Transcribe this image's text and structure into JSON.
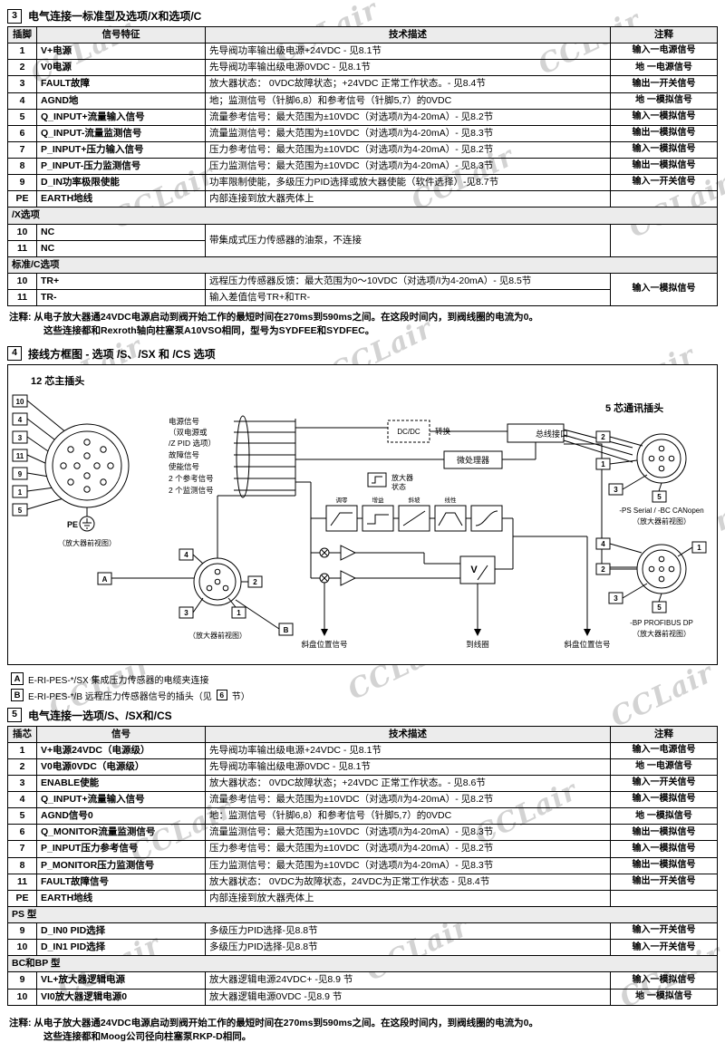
{
  "watermark": {
    "text": "CCLair"
  },
  "s3": {
    "num": "3",
    "title": "电气连接一标准型及选项/X和选项/C",
    "headers": [
      "插脚",
      "信号特征",
      "技术描述",
      "注释"
    ],
    "rows": [
      {
        "pin": "1",
        "sig": "V+电源",
        "desc": "先导阀功率输出级电源+24VDC - 见8.1节",
        "note": "输入一电源信号"
      },
      {
        "pin": "2",
        "sig": "V0电源",
        "desc": "先导阀功率输出级电源0VDC - 见8.1节",
        "note": "地 一电源信号"
      },
      {
        "pin": "3",
        "sig": "FAULT故障",
        "desc": "放大器状态：    0VDC故障状态；+24VDC 正常工作状态。- 见8.4节",
        "note": "输出一开关信号"
      },
      {
        "pin": "4",
        "sig": "AGND地",
        "desc": "地；监测信号（针脚6,8）和参考信号（针脚5,7）的0VDC",
        "note": "地 一模拟信号"
      },
      {
        "pin": "5",
        "sig": "Q_INPUT+流量输入信号",
        "desc": "流量参考信号：最大范围为±10VDC（对选项/I为4-20mA）- 见8.2节",
        "note": "输入一模拟信号"
      },
      {
        "pin": "6",
        "sig": "Q_INPUT-流量监测信号",
        "desc": "流量监测信号：最大范围为±10VDC（对选项/I为4-20mA）- 见8.3节",
        "note": "输出一模拟信号"
      },
      {
        "pin": "7",
        "sig": "P_INPUT+压力输入信号",
        "desc": "压力参考信号：最大范围为±10VDC（对选项/I为4-20mA）- 见8.2节",
        "note": "输入一模拟信号"
      },
      {
        "pin": "8",
        "sig": "P_INPUT-压力监测信号",
        "desc": "压力监测信号：最大范围为±10VDC（对选项/I为4-20mA）- 见8.3节",
        "note": "输出一模拟信号"
      },
      {
        "pin": "9",
        "sig": "D_IN功率极限使能",
        "desc": "功率限制使能，多级压力PID选择或放大器使能（软件选择）-见8.7节",
        "note": "输入一开关信号"
      },
      {
        "pin": "PE",
        "sig": "EARTH地线",
        "desc": "内部连接到放大器壳体上",
        "note": ""
      }
    ],
    "x_label": "/X选项",
    "x_rows": [
      {
        "pin": "10",
        "sig": "NC"
      },
      {
        "pin": "11",
        "sig": "NC"
      }
    ],
    "x_desc": "带集成式压力传感器的油泵，不连接",
    "c_label": "标准/C选项",
    "c_rows": [
      {
        "pin": "10",
        "sig": "TR+",
        "desc": "远程压力传感器反馈：最大范围为0～10VDC（对选项/I为4-20mA）- 见8.5节"
      },
      {
        "pin": "11",
        "sig": "TR-",
        "desc": "输入差值信号TR+和TR-"
      }
    ],
    "c_note": "输入一模拟信号",
    "notes": [
      "注释: 从电子放大器通24VDC电源启动到阀开始工作的最短时间在270ms到590ms之间。在这段时间内，到阀线圈的电流为0。",
      "这些连接都和Rexroth轴向柱塞泵A10VSO相同，型号为SYDFEE和SYDFEC。"
    ]
  },
  "s4": {
    "num": "4",
    "title": "接线方框图 - 选项 /S、/SX 和 /CS 选项",
    "d": {
      "main_conn": "12 芯主插头",
      "comm_conn": "5 芯通讯插头",
      "front_view": "（放大器前视图）",
      "pe": "PE",
      "pins12": [
        "10",
        "4",
        "3",
        "11",
        "9",
        "1",
        "5"
      ],
      "pinsA": [
        "2",
        "1",
        "3",
        "5"
      ],
      "pinsB": [
        "4",
        "2",
        "1",
        "3",
        "5"
      ],
      "pinsM": [
        "4",
        "2",
        "3",
        "1"
      ],
      "sig_lines": [
        "电源信号",
        "（双电源或",
        "/Z PID 选项）",
        "故障信号",
        "使能信号",
        "2 个参考信号",
        "2 个监测信号"
      ],
      "dcdc": "DC/DC",
      "conv": "转换",
      "bus": "总线接口",
      "mcu": "微处理器",
      "amp_status_1": "放大器",
      "amp_status_2": "状态",
      "blocks": [
        "调零",
        "增益",
        "斜坡",
        "线性"
      ],
      "vmeter": "V",
      "out_left": "斜盘位置信号",
      "out_mid": "到线圈",
      "out_right": "斜盘位置信号",
      "connA_cap": "-PS Serial / -BC CANopen",
      "connB_cap": "-BP PROFIBUS DP",
      "legendA_tag": "A",
      "legendA": "E-RI-PES-*/SX 集成压力传感器的电缆夹连接",
      "legendB_tag": "B",
      "legendB_pre": "E-RI-PES-*/B 远程压力传感器信号的插头（见",
      "legendB_num": "6",
      "legendB_post": "节）"
    }
  },
  "s5": {
    "num": "5",
    "title": "电气连接一选项/S、/SX和/CS",
    "headers": [
      "插芯",
      "信号",
      "技术描述",
      "注释"
    ],
    "rows": [
      {
        "pin": "1",
        "sig": "V+电源24VDC（电源级）",
        "desc": "先导阀功率输出级电源+24VDC - 见8.1节",
        "note": "输入一电源信号"
      },
      {
        "pin": "2",
        "sig": "V0电源0VDC（电源级）",
        "desc": "先导阀功率输出级电源0VDC - 见8.1节",
        "note": "地 一电源信号"
      },
      {
        "pin": "3",
        "sig": "ENABLE使能",
        "desc": "放大器状态：    0VDC故障状态；+24VDC 正常工作状态。- 见8.6节",
        "note": "输入一开关信号"
      },
      {
        "pin": "4",
        "sig": "Q_INPUT+流量输入信号",
        "desc": "流量参考信号：最大范围为±10VDC（对选项/I为4-20mA）- 见8.2节",
        "note": "输入一模拟信号"
      },
      {
        "pin": "5",
        "sig": "AGND信号0",
        "desc": "地：监测信号（针脚6,8）和参考信号（针脚5,7）的0VDC",
        "note": "地 一模拟信号"
      },
      {
        "pin": "6",
        "sig": "Q_MONITOR流量监测信号",
        "desc": "流量监测信号：最大范围为±10VDC（对选项/I为4-20mA）- 见8.3节",
        "note": "输出一模拟信号"
      },
      {
        "pin": "7",
        "sig": "P_INPUT压力参考信号",
        "desc": "压力参考信号：最大范围为±10VDC（对选项/I为4-20mA）- 见8.2节",
        "note": "输入一模拟信号"
      },
      {
        "pin": "8",
        "sig": "P_MONITOR压力监测信号",
        "desc": "压力监测信号：最大范围为±10VDC（对选项/I为4-20mA）- 见8.3节",
        "note": "输出一模拟信号"
      },
      {
        "pin": "11",
        "sig": "FAULT故障信号",
        "desc": "放大器状态：  0VDC为故障状态，24VDC为正常工作状态  - 见8.4节",
        "note": "输出一开关信号"
      },
      {
        "pin": "PE",
        "sig": "EARTH地线",
        "desc": "内部连接到放大器壳体上",
        "note": ""
      }
    ],
    "ps_label": "PS 型",
    "ps_rows": [
      {
        "pin": "9",
        "sig": "D_IN0 PID选择",
        "desc": "多级压力PID选择-见8.8节",
        "note": "输入一开关信号"
      },
      {
        "pin": "10",
        "sig": "D_IN1 PID选择",
        "desc": "多级压力PID选择-见8.8节",
        "note": "输入一开关信号"
      }
    ],
    "bc_label": "BC和BP 型",
    "bc_rows": [
      {
        "pin": "9",
        "sig": "VL+放大器逻辑电源",
        "desc": "放大器逻辑电源24VDC+ -见8.9 节",
        "note": "输入一模拟信号"
      },
      {
        "pin": "10",
        "sig": "VI0放大器逻辑电源0",
        "desc": "放大器逻辑电源0VDC -见8.9 节",
        "note": "地 一模拟信号"
      }
    ]
  },
  "footer": {
    "notes": [
      "注释: 从电子放大器通24VDC电源启动到阀开始工作的最短时间在270ms到590ms之间。在这段时间内，到阀线圈的电流为0。",
      "这些连接都和Moog公司径向柱塞泵RKP-D相同。"
    ]
  }
}
